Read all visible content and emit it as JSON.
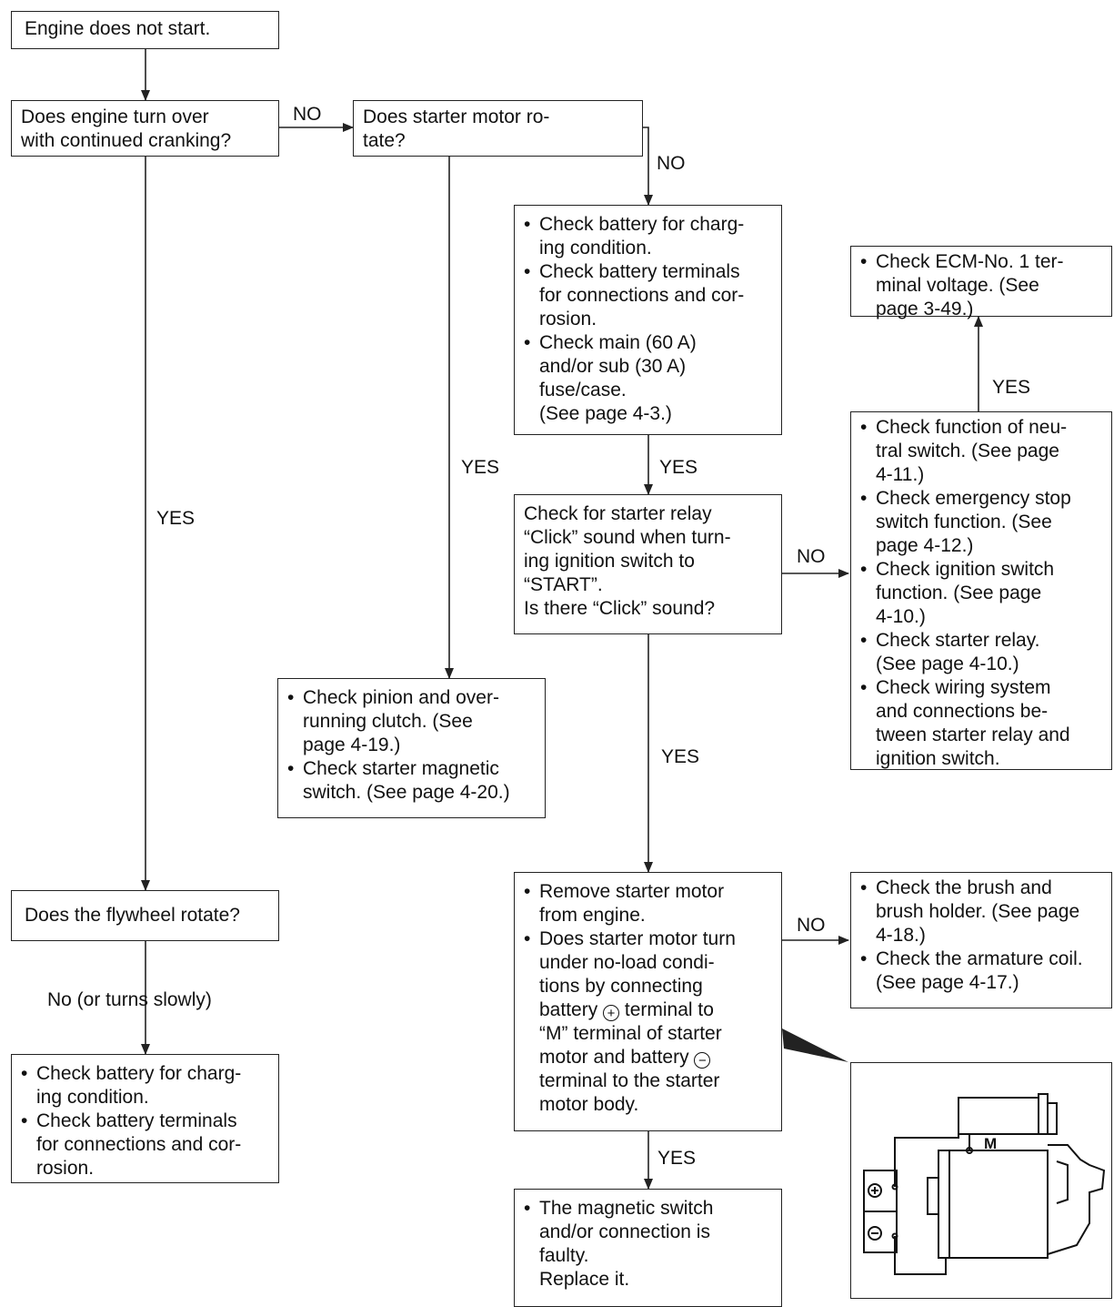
{
  "boxes": {
    "start": {
      "lines": [
        "Engine does not start."
      ]
    },
    "turn_over": {
      "lines": [
        "Does engine turn over",
        "with continued cranking?"
      ]
    },
    "starter_rotate": {
      "lines": [
        "Does starter motor ro-",
        "tate?"
      ]
    },
    "battery_checks": {
      "items": [
        [
          "Check battery for charg-",
          "ing condition."
        ],
        [
          "Check battery terminals",
          "for connections and cor-",
          "rosion."
        ],
        [
          "Check main (60 A)",
          "and/or sub (30 A)",
          "fuse/case.",
          "(See page 4-3.)"
        ]
      ]
    },
    "ecm_check": {
      "items": [
        [
          "Check ECM-No. 1 ter-",
          "minal voltage. (See",
          "page 3-49.)"
        ]
      ]
    },
    "relay_click": {
      "lines": [
        "Check for starter relay",
        "“Click” sound when turn-",
        "ing ignition switch to",
        "“START”.",
        "Is there “Click” sound?"
      ]
    },
    "switch_checks": {
      "items": [
        [
          "Check function of neu-",
          "tral switch. (See page",
          "4-11.)"
        ],
        [
          "Check emergency stop",
          "switch function. (See",
          "page 4-12.)"
        ],
        [
          "Check ignition switch",
          "function. (See page",
          "4-10.)"
        ],
        [
          "Check starter relay.",
          "(See page 4-10.)"
        ],
        [
          "Check wiring system",
          "and connections be-",
          "tween starter relay and",
          "ignition switch."
        ]
      ]
    },
    "pinion_checks": {
      "items": [
        [
          "Check pinion and over-",
          "running clutch. (See",
          "page 4-19.)"
        ],
        [
          "Check starter magnetic",
          "switch. (See page 4-20.)"
        ]
      ]
    },
    "flywheel": {
      "lines": [
        "Does the flywheel rotate?"
      ]
    },
    "remove_starter": {
      "items": [
        [
          "Remove starter motor",
          "from engine."
        ],
        [
          "Does starter motor turn",
          "under no-load condi-",
          "tions by connecting",
          "battery {+} terminal to",
          "“M” terminal of starter",
          "motor and battery {-}",
          "terminal to the starter",
          "motor body."
        ]
      ]
    },
    "brush_checks": {
      "items": [
        [
          "Check the brush and",
          "brush holder. (See page",
          "4-18.)"
        ],
        [
          "Check the armature coil.",
          "(See page 4-17.)"
        ]
      ]
    },
    "battery_checks_2": {
      "items": [
        [
          "Check battery for charg-",
          "ing condition."
        ],
        [
          "Check battery terminals",
          "for connections and cor-",
          "rosion."
        ]
      ]
    },
    "magnetic_faulty": {
      "items": [
        [
          "The magnetic switch",
          "and/or connection is",
          "faulty.",
          "Replace it."
        ]
      ]
    }
  },
  "labels": {
    "no_1": "NO",
    "no_2": "NO",
    "yes_left": "YES",
    "yes_mid": "YES",
    "yes_3": "YES",
    "no_3": "NO",
    "yes_ecm": "YES",
    "yes_long": "YES",
    "no_4": "NO",
    "no_slow": "No (or turns slowly)",
    "yes_bottom": "YES",
    "starter_m": "M"
  },
  "symbols": {
    "plus": "+",
    "minus": "−"
  },
  "colors": {
    "line": "#222222",
    "text": "#111111",
    "background": "#ffffff"
  }
}
